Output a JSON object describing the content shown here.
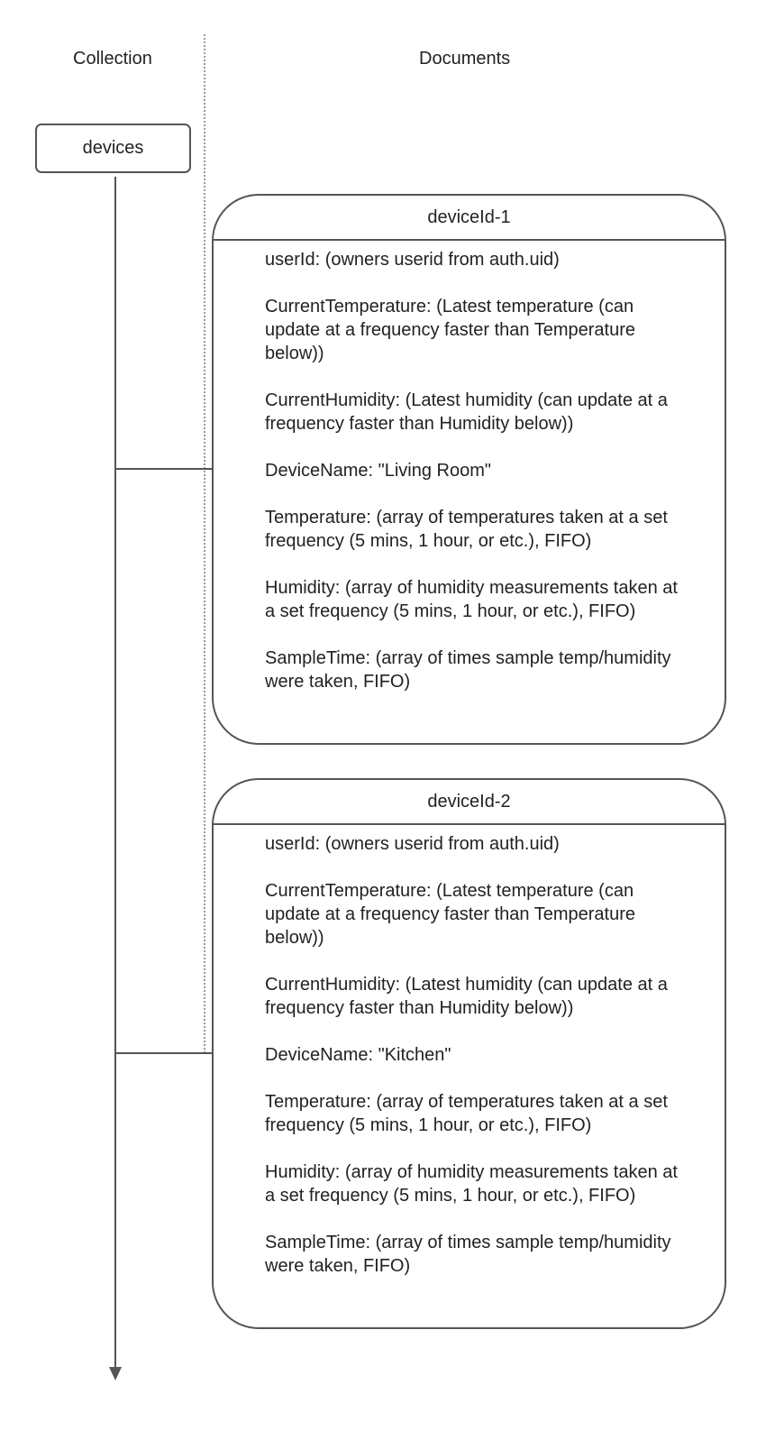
{
  "headers": {
    "collection": "Collection",
    "documents": "Documents"
  },
  "collection": {
    "name": "devices"
  },
  "documents": [
    {
      "id": "deviceId-1",
      "fields": [
        "userId: (owners userid from auth.uid)",
        "CurrentTemperature: (Latest temperature (can update at a frequency faster than Temperature below))",
        "CurrentHumidity: (Latest humidity (can update at a frequency faster than Humidity below))",
        "DeviceName: \"Living Room\"",
        "Temperature: (array of temperatures taken at a set frequency (5 mins, 1 hour, or etc.), FIFO)",
        "Humidity: (array of humidity measurements taken at a set frequency (5 mins, 1 hour, or etc.), FIFO)",
        "SampleTime: (array of times sample temp/humidity were taken, FIFO)"
      ]
    },
    {
      "id": "deviceId-2",
      "fields": [
        "userId: (owners userid from auth.uid)",
        "CurrentTemperature: (Latest temperature (can update at a frequency faster than Temperature below))",
        "CurrentHumidity: (Latest humidity (can update at a frequency faster than Humidity below))",
        "DeviceName: \"Kitchen\"",
        "Temperature: (array of temperatures taken at a set frequency (5 mins, 1 hour, or etc.), FIFO)",
        "Humidity: (array of humidity measurements taken at a set frequency (5 mins, 1 hour, or etc.), FIFO)",
        "SampleTime: (array of times sample temp/humidity were taken, FIFO)"
      ]
    }
  ]
}
